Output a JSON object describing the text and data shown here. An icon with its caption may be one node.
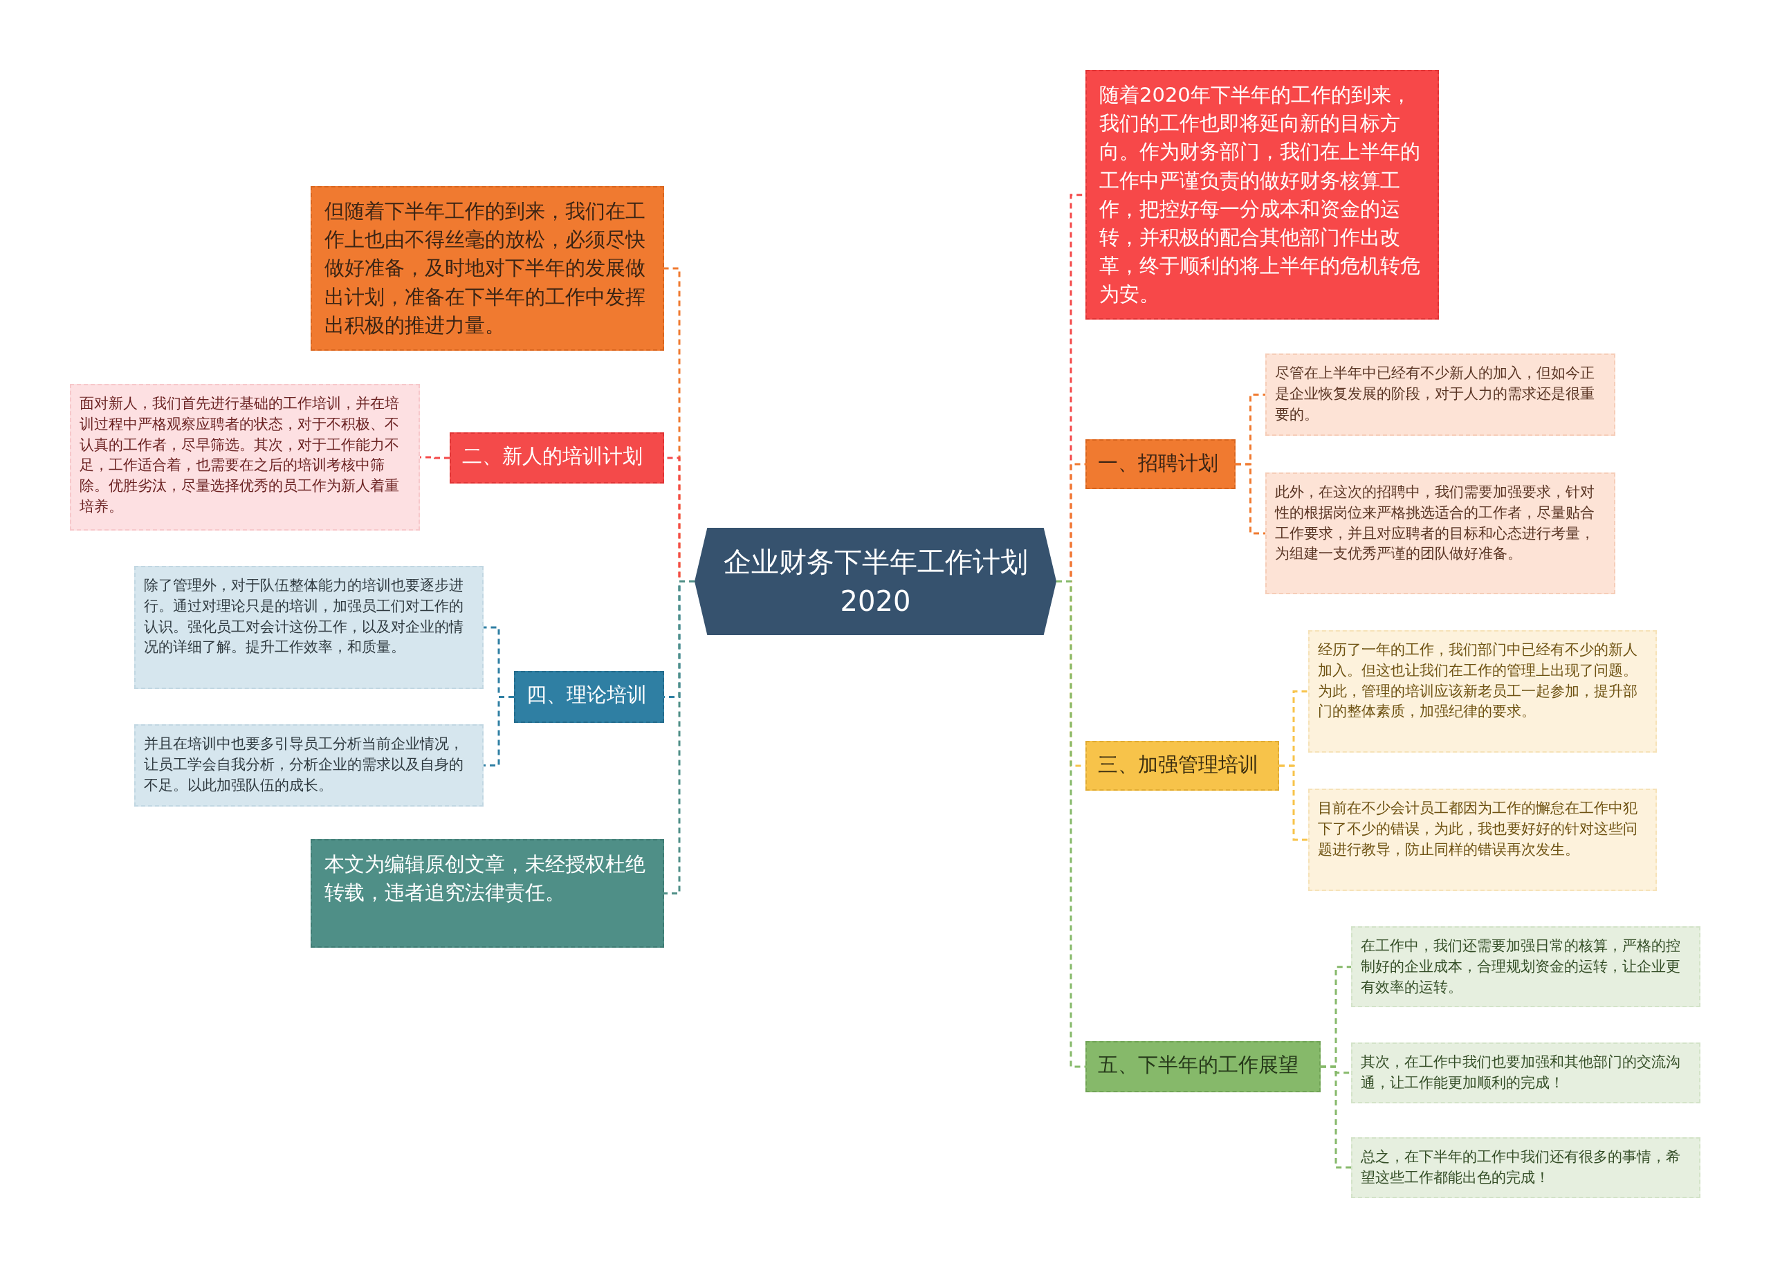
{
  "diagram": {
    "nodes": [
      {
        "text": [
          "企业财务下半年工作计划2020"
        ]
      },
      {
        "text": [
          "但随着下半年工作的到来，我们在工作上也由不得丝毫的放松，必须尽快做好准备，及时地对下半年的发展做出计划，准备在下半年的工作中发挥出积极的推进力量。"
        ]
      },
      {
        "text": [
          "二、新人的培训计划"
        ]
      },
      {
        "text": [
          "面对新人，我们首先进行基础的工作培训，并在培训过程中严格观察应聘者的状态，对于不积极、不认真的工作者，尽早筛选。其次，对于工作能力不足，工作适合着，也需要在之后的培训考核中筛除。优胜劣汰，尽量选择优秀的员工作为新人着重培养。"
        ]
      },
      {
        "text": [
          "四、理论培训"
        ]
      },
      {
        "text": [
          "除了管理外，对于队伍整体能力的培训也要逐步进行。通过对理论只是的培训，加强员工们对工作的认识。强化员工对会计这份工作，以及对企业的情况的详细了解。提升工作效率，和质量。"
        ]
      },
      {
        "text": [
          "并且在培训中也要多引导员工分析当前企业情况，让员工学会自我分析，分析企业的需求以及自身的不足。以此加强队伍的成长。"
        ]
      },
      {
        "text": [
          "本文为编辑原创文章，未经授权杜绝转载，违者追究法律责任。"
        ]
      },
      {
        "text": [
          "随着2020年下半年的工作的到来，我们的工作也即将延向新的目标方向。作为财务部门，我们在上半年的工作中严谨负责的做好财务核算工作，把控好每一分成本和资金的运转，并积极的配合其他部门作出改革，终于顺利的将上半年的危机转危为安。"
        ]
      },
      {
        "text": [
          "一、招聘计划"
        ]
      },
      {
        "text": [
          "尽管在上半年中已经有不少新人的加入，但如今正是企业恢复发展的阶段，对于人力的需求还是很重要的。"
        ]
      },
      {
        "text": [
          "此外，在这次的招聘中，我们需要加强要求，针对性的根据岗位来严格挑选适合的工作者，尽量贴合工作要求，并且对应聘者的目标和心态进行考量，为组建一支优秀严谨的团队做好准备。"
        ]
      },
      {
        "text": [
          "三、加强管理培训"
        ]
      },
      {
        "text": [
          "经历了一年的工作，我们部门中已经有不少的新人加入。但这也让我们在工作的管理上出现了问题。为此，管理的培训应该新老员工一起参加，提升部门的整体素质，加强纪律的要求。"
        ]
      },
      {
        "text": [
          "目前在不少会计员工都因为工作的懈怠在工作中犯下了不少的错误，为此，我也要好好的针对这些问题进行教导，防止同样的错误再次发生。"
        ]
      },
      {
        "text": [
          "五、下半年的工作展望"
        ]
      },
      {
        "text": [
          "在工作中，我们还需要加强日常的核算，严格的控制好的企业成本，合理规划资金的运转，让企业更有效率的运转。"
        ]
      },
      {
        "text": [
          "其次，在工作中我们也要加强和其他部门的交流沟通，让工作能更加顺利的完成！"
        ]
      },
      {
        "text": [
          "总之，在下半年的工作中我们还有很多的事情，希望这些工作都能出色的完成！"
        ]
      }
    ],
    "edges": [
      {
        "from": 0,
        "to": 1,
        "arrow": "none",
        "style": "dashed",
        "color": "#f07a30"
      },
      {
        "from": 0,
        "to": 2,
        "arrow": "none",
        "style": "dashed",
        "color": "#f44a4a"
      },
      {
        "from": 2,
        "to": 3,
        "arrow": "none",
        "style": "dashed",
        "color": "#f44a4a"
      },
      {
        "from": 0,
        "to": 4,
        "arrow": "none",
        "style": "dashed",
        "color": "#2f7fa3"
      },
      {
        "from": 4,
        "to": 5,
        "arrow": "none",
        "style": "dashed",
        "color": "#2f7fa3"
      },
      {
        "from": 4,
        "to": 6,
        "arrow": "none",
        "style": "dashed",
        "color": "#2f7fa3"
      },
      {
        "from": 0,
        "to": 7,
        "arrow": "none",
        "style": "dashed",
        "color": "#4f8f87"
      },
      {
        "from": 0,
        "to": 8,
        "arrow": "none",
        "style": "dashed",
        "color": "#f44a4a"
      },
      {
        "from": 0,
        "to": 9,
        "arrow": "none",
        "style": "dashed",
        "color": "#f07a30"
      },
      {
        "from": 9,
        "to": 10,
        "arrow": "none",
        "style": "dashed",
        "color": "#f07a30"
      },
      {
        "from": 9,
        "to": 11,
        "arrow": "none",
        "style": "dashed",
        "color": "#f07a30"
      },
      {
        "from": 0,
        "to": 12,
        "arrow": "none",
        "style": "dashed",
        "color": "#f7c34a"
      },
      {
        "from": 12,
        "to": 13,
        "arrow": "none",
        "style": "dashed",
        "color": "#f7c34a"
      },
      {
        "from": 12,
        "to": 14,
        "arrow": "none",
        "style": "dashed",
        "color": "#f7c34a"
      },
      {
        "from": 0,
        "to": 15,
        "arrow": "none",
        "style": "dashed",
        "color": "#86b96a"
      },
      {
        "from": 15,
        "to": 16,
        "arrow": "none",
        "style": "dashed",
        "color": "#86b96a"
      },
      {
        "from": 15,
        "to": 17,
        "arrow": "none",
        "style": "dashed",
        "color": "#86b96a"
      },
      {
        "from": 15,
        "to": 18,
        "arrow": "none",
        "style": "dashed",
        "color": "#86b96a"
      }
    ]
  }
}
